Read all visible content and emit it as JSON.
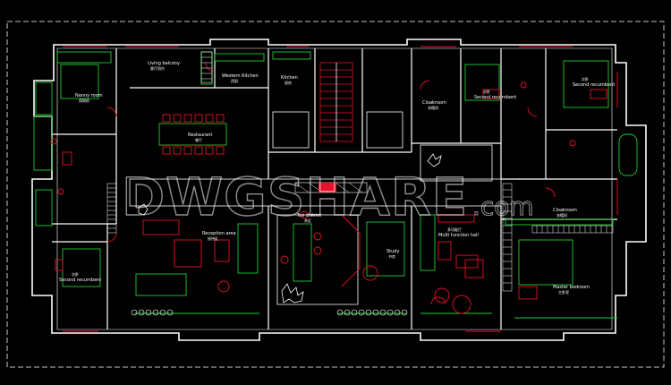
{
  "watermark": {
    "brand": "DWGSHARE",
    "suffix": ".com"
  },
  "colors": {
    "wall": "#ffffff",
    "furniture": "#e8102a",
    "fixture": "#22cc33",
    "window": "#ffffff",
    "background": "#000000"
  },
  "rooms": [
    {
      "id": "living-balcony",
      "en": "Living balcony",
      "cn": "客厅阳台"
    },
    {
      "id": "western-kitchen",
      "en": "Western Kitchen",
      "cn": "西厨"
    },
    {
      "id": "kitchen",
      "en": "Kitchen",
      "cn": "厨房"
    },
    {
      "id": "nanny-room",
      "en": "Nanny room",
      "cn": "保姆房"
    },
    {
      "id": "restaurant",
      "en": "Restaurant",
      "cn": "餐厅"
    },
    {
      "id": "cloakroom-top",
      "en": "Cloakroom",
      "cn": "衣帽间"
    },
    {
      "id": "second-bedroom-top",
      "en": "Second recumbent",
      "cn": "次卧"
    },
    {
      "id": "second-bedroom-right",
      "en": "Second recumbent",
      "cn": "次卧"
    },
    {
      "id": "second-bedroom-left",
      "en": "Second recumbent",
      "cn": "次卧"
    },
    {
      "id": "reception-area",
      "en": "Reception area",
      "cn": "接待区"
    },
    {
      "id": "tea-district",
      "en": "Tea district",
      "cn": "茶区"
    },
    {
      "id": "study",
      "en": "Study",
      "cn": "书房"
    },
    {
      "id": "multi-function-hall",
      "en": "Multi function hall",
      "cn": "多功能厅"
    },
    {
      "id": "cloakroom-right",
      "en": "Cloakroom",
      "cn": "衣帽间"
    },
    {
      "id": "master-bedroom",
      "en": "Master bedroom",
      "cn": "主卧室"
    }
  ]
}
